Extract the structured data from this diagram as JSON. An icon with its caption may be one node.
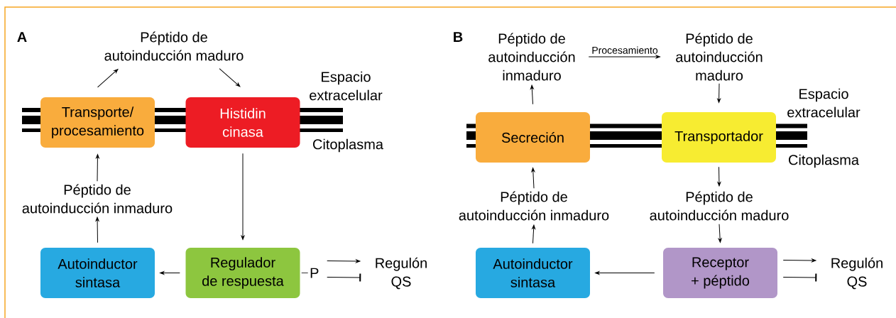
{
  "diagram": {
    "nodes": [
      {
        "text": [
          "Transporte/ procesamiento"
        ]
      },
      {
        "text": [
          "Histidin cinasa"
        ]
      },
      {
        "text": [
          "Autoinductor sintasa"
        ]
      },
      {
        "text": [
          "Regulador de respuesta"
        ],
        "beside": [
          "P"
        ]
      },
      {
        "text": [
          "Péptido de autoinducción maduro"
        ]
      },
      {
        "text": [
          "Péptido de autoinducción inmaduro"
        ]
      },
      {
        "text": [
          "Regulón QS"
        ]
      },
      {
        "text": [
          "Secreción"
        ]
      },
      {
        "text": [
          "Transportador"
        ]
      },
      {
        "text": [
          "Autoinductor sintasa"
        ]
      },
      {
        "text": [
          "Receptor + péptido"
        ]
      },
      {
        "text": [
          "Péptido de autoinducción inmaduro"
        ]
      },
      {
        "text": [
          "Péptido de autoinducción maduro"
        ]
      },
      {
        "text": [
          "Péptido de autoinducción inmaduro"
        ]
      },
      {
        "text": [
          "Péptido de autoinducción maduro"
        ]
      },
      {
        "text": [
          "Regulón QS"
        ]
      }
    ],
    "edges": [
      {
        "from": 0,
        "to": 4,
        "arrow": "to"
      },
      {
        "from": 4,
        "to": 1,
        "arrow": "to"
      },
      {
        "from": 2,
        "to": 5,
        "arrow": "to"
      },
      {
        "from": 5,
        "to": 0,
        "arrow": "to"
      },
      {
        "from": 1,
        "to": 3,
        "arrow": "to"
      },
      {
        "from": 3,
        "to": 2,
        "arrow": "to"
      },
      {
        "from": 3,
        "to": 6,
        "arrow": "to"
      },
      {
        "from": 3,
        "to": 6,
        "arrow": "other"
      },
      {
        "from": 7,
        "to": 11,
        "arrow": "to"
      },
      {
        "from": 11,
        "to": 12,
        "arrow": "to",
        "label": "Procesamiento"
      },
      {
        "from": 12,
        "to": 8,
        "arrow": "to"
      },
      {
        "from": 8,
        "to": 14,
        "arrow": "to"
      },
      {
        "from": 14,
        "to": 10,
        "arrow": "to"
      },
      {
        "from": 9,
        "to": 13,
        "arrow": "to"
      },
      {
        "from": 13,
        "to": 7,
        "arrow": "to"
      },
      {
        "from": 10,
        "to": 9,
        "arrow": "to"
      },
      {
        "from": 10,
        "to": 15,
        "arrow": "to"
      },
      {
        "from": 10,
        "to": 15,
        "arrow": "other"
      }
    ],
    "labels": [
      "A",
      "Espacio extracelular",
      "Citoplasma",
      "B",
      "Espacio extracelular",
      "Citoplasma"
    ]
  }
}
